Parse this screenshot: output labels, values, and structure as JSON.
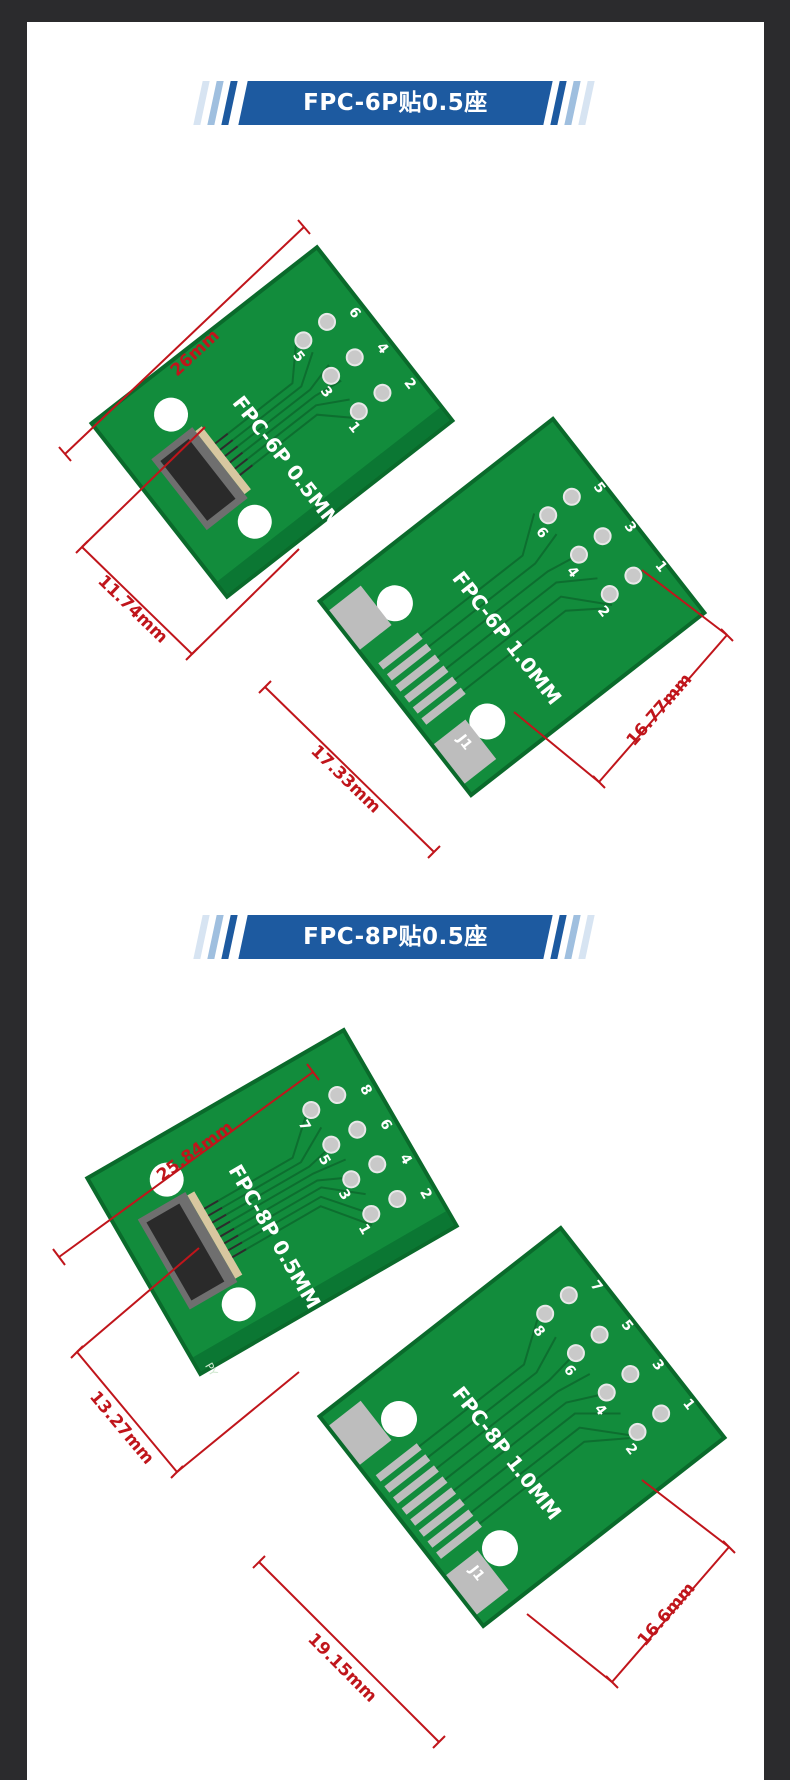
{
  "sections": [
    {
      "banner": "FPC-6P贴0.5座",
      "board_small": {
        "silk": "FPC-6P 0.5MM",
        "pins": [
          "6",
          "4",
          "2",
          "5",
          "3",
          "1"
        ]
      },
      "board_large": {
        "silk": "FPC-6P 1.0MM",
        "pins": [
          "5",
          "3",
          "1",
          "6",
          "4",
          "2"
        ],
        "ref": "J1"
      },
      "dimensions": {
        "a": "26mm",
        "b": "11.74mm",
        "c": "17.33mm",
        "d": "16.77mm"
      }
    },
    {
      "banner": "FPC-8P贴0.5座",
      "board_small": {
        "silk": "FPC-8P 0.5MM",
        "pins": [
          "8",
          "6",
          "4",
          "2",
          "7",
          "5",
          "3",
          "1"
        ],
        "corner": "PY"
      },
      "board_large": {
        "silk": "FPC-8P 1.0MM",
        "pins": [
          "7",
          "5",
          "3",
          "1",
          "8",
          "6",
          "4",
          "2"
        ],
        "ref": "J1"
      },
      "dimensions": {
        "a": "25.84mm",
        "b": "13.27mm",
        "c": "19.15mm",
        "d": "16.6mm"
      }
    }
  ],
  "colors": {
    "background": "#2b2b2d",
    "panel": "#ffffff",
    "banner": "#1d5aa0",
    "stripe_light": "#9fbfdf",
    "pcb": "#0f8a3a",
    "pcb_edge": "#0a6a2b",
    "dimension": "#c0151b"
  }
}
